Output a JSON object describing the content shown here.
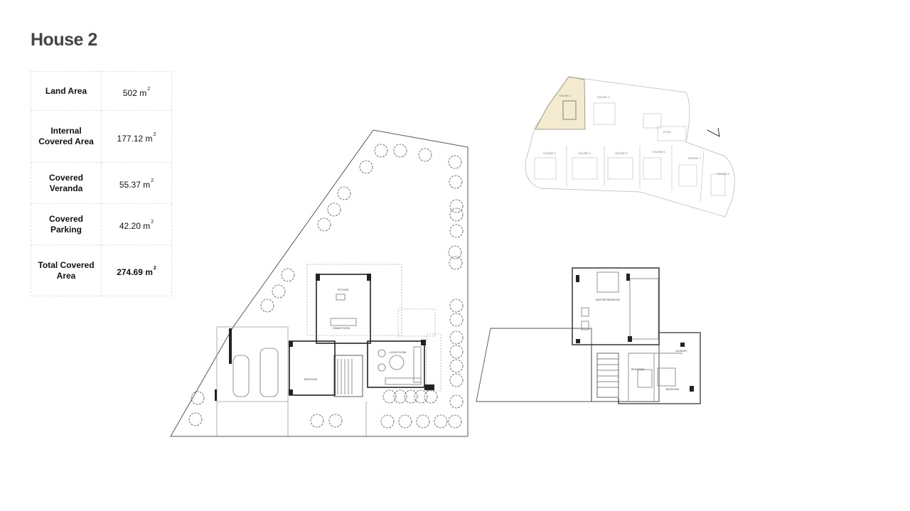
{
  "page": {
    "title": "House 2"
  },
  "areas": [
    {
      "label": "Land Area",
      "value": "502 m",
      "unit_sup": "2"
    },
    {
      "label": "Internal Covered Area",
      "value": "177.12 m",
      "unit_sup": "2"
    },
    {
      "label": "Covered Veranda",
      "value": "55.37 m",
      "unit_sup": "2"
    },
    {
      "label": "Covered Parking",
      "value": "42.20 m",
      "unit_sup": "2"
    },
    {
      "label": "Total Covered Area",
      "value": "274.69 m",
      "unit_sup": "2"
    }
  ],
  "ground_floor": {
    "rooms": [
      "KITCHEN",
      "DINING ROOM",
      "LIVING ROOM",
      "BEDROOM"
    ]
  },
  "first_floor": {
    "rooms": [
      "MASTER BEDROOM",
      "LAUNDRY",
      "BEDROOM",
      "BEDROOM"
    ]
  },
  "site_plan": {
    "labels": [
      "HOUSE 2",
      "HOUSE 1",
      "POOL",
      "HOUSE 3",
      "HOUSE 4",
      "HOUSE 5",
      "HOUSE 6",
      "HOUSE 7",
      "HOUSE 8"
    ],
    "highlight_color": "#f3ead0"
  },
  "colors": {
    "title": "#444444",
    "line": "#555555"
  }
}
